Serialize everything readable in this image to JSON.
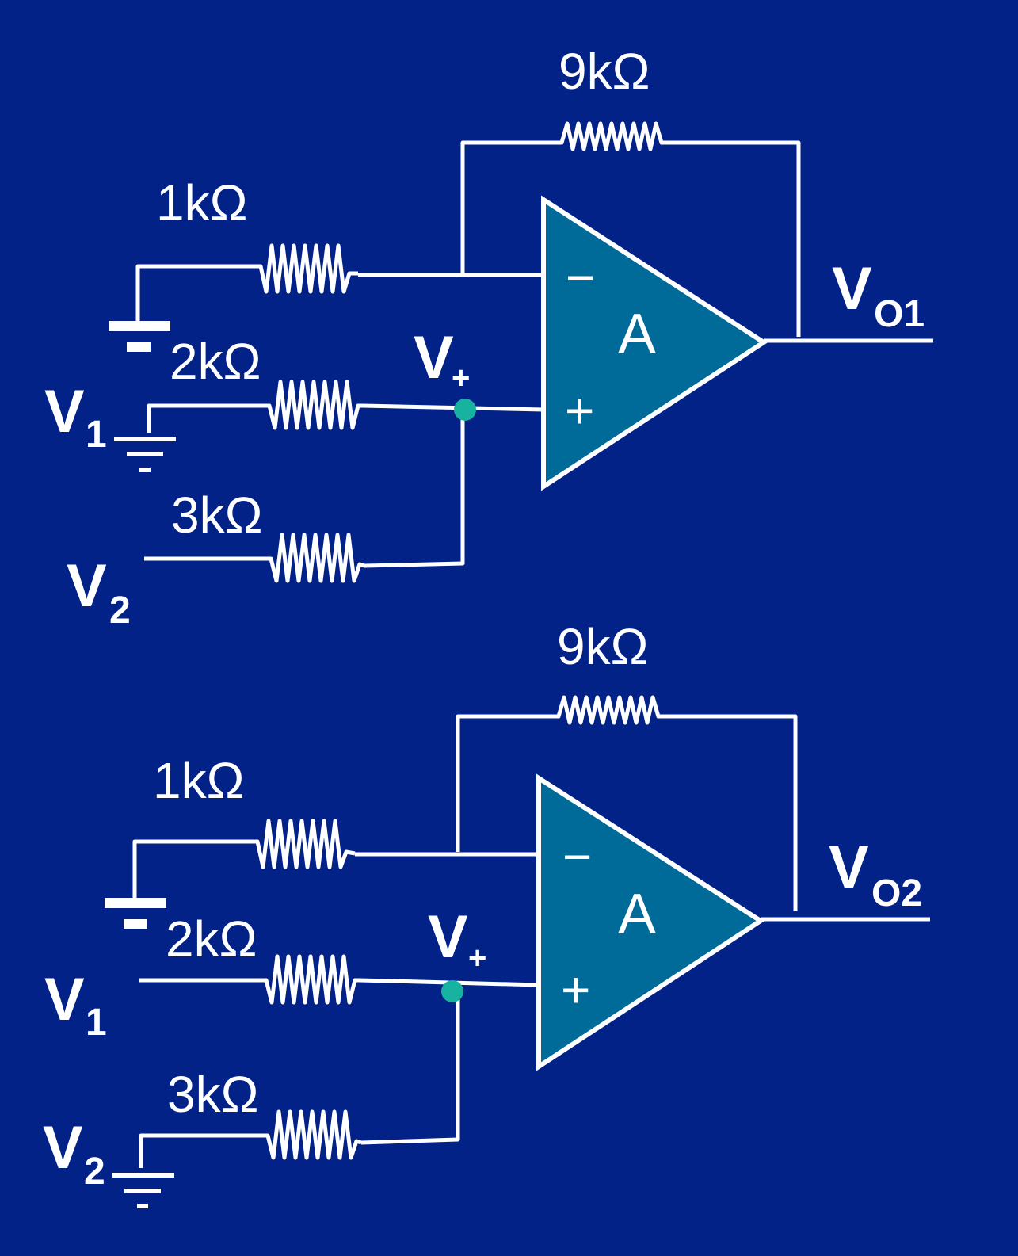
{
  "circuits": [
    {
      "feedback_resistor": "9kΩ",
      "ground_resistor": "1kΩ",
      "r1": "2kΩ",
      "r2": "3kΩ",
      "opamp_label": "A",
      "minus_sign": "−",
      "plus_sign": "+",
      "node": {
        "main": "V",
        "sub": "+"
      },
      "output": {
        "main": "V",
        "sub": "O1"
      },
      "in1": {
        "main": "V",
        "sub": "1"
      },
      "in2": {
        "main": "V",
        "sub": "2"
      },
      "grounded_input": "V1"
    },
    {
      "feedback_resistor": "9kΩ",
      "ground_resistor": "1kΩ",
      "r1": "2kΩ",
      "r2": "3kΩ",
      "opamp_label": "A",
      "minus_sign": "−",
      "plus_sign": "+",
      "node": {
        "main": "V",
        "sub": "+"
      },
      "output": {
        "main": "V",
        "sub": "O2"
      },
      "in1": {
        "main": "V",
        "sub": "1"
      },
      "in2": {
        "main": "V",
        "sub": "2"
      },
      "grounded_input": "V2"
    }
  ],
  "colors": {
    "background": "#022288",
    "opamp_fill": "#006A98",
    "wire": "#ffffff",
    "node_dot": "#17B3A0"
  }
}
